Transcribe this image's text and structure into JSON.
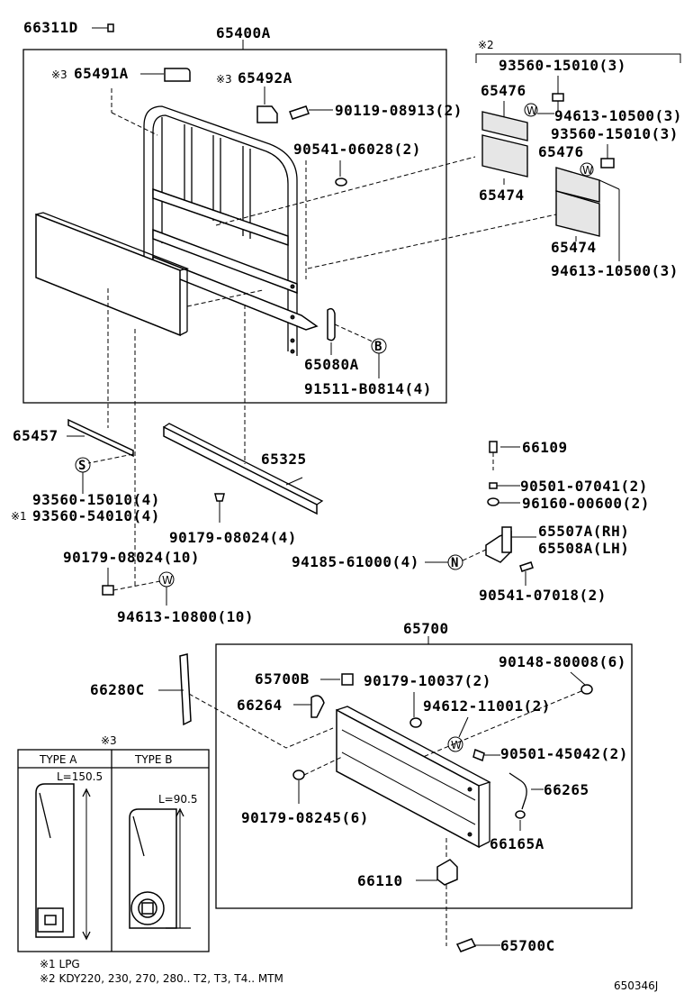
{
  "parts": {
    "p66311D": "66311D",
    "p65400A": "65400A",
    "p65491A": "65491A",
    "p65492A": "65492A",
    "p90119": "90119-08913(2)",
    "p90541a": "90541-06028(2)",
    "p93560a": "93560-15010(3)",
    "p65476a": "65476",
    "p94613a": "94613-10500(3)",
    "p93560b": "93560-15010(3)",
    "p65476b": "65476",
    "p65474a": "65474",
    "p65474b": "65474",
    "p94613b": "94613-10500(3)",
    "p65080A": "65080A",
    "p91511": "91511-B0814(4)",
    "p65457": "65457",
    "p65325": "65325",
    "p93560c": "93560-15010(4)",
    "p93560d": "93560-54010(4)",
    "p90179a": "90179-08024(4)",
    "p90179b": "90179-08024(10)",
    "p94613c": "94613-10800(10)",
    "p66109": "66109",
    "p90501a": "90501-07041(2)",
    "p96160": "96160-00600(2)",
    "p65507A": "65507A(RH)",
    "p65508A": "65508A(LH)",
    "p94185": "94185-61000(4)",
    "p90541b": "90541-07018(2)",
    "p65700": "65700",
    "p66280C": "66280C",
    "p65700B": "65700B",
    "p90179c": "90179-10037(2)",
    "p90148": "90148-80008(6)",
    "p66264": "66264",
    "p94612": "94612-11001(2)",
    "p90501b": "90501-45042(2)",
    "p66265": "66265",
    "p90179d": "90179-08245(6)",
    "p66165A": "66165A",
    "p66110": "66110",
    "p65700C": "65700C"
  },
  "markers": {
    "note2": "※2",
    "note3a": "※3",
    "note3b": "※3",
    "note1": "※1",
    "note3box": "※3",
    "B": "B",
    "S": "S",
    "W1": "W",
    "W2": "W",
    "W3": "W",
    "W4": "W",
    "N": "N"
  },
  "inset": {
    "type_a": "TYPE A",
    "type_b": "TYPE B",
    "len_a": "L=150.5",
    "len_b": "L=90.5"
  },
  "footnotes": {
    "n1": "※1 LPG",
    "n2": "※2 KDY220, 230, 270, 280.. T2, T3, T4.. MTM"
  },
  "diagram_id": "650346J",
  "icons": {
    "bolt": "bolt-icon",
    "washer": "washer-icon",
    "nut": "nut-icon",
    "hinge": "hinge-icon"
  }
}
